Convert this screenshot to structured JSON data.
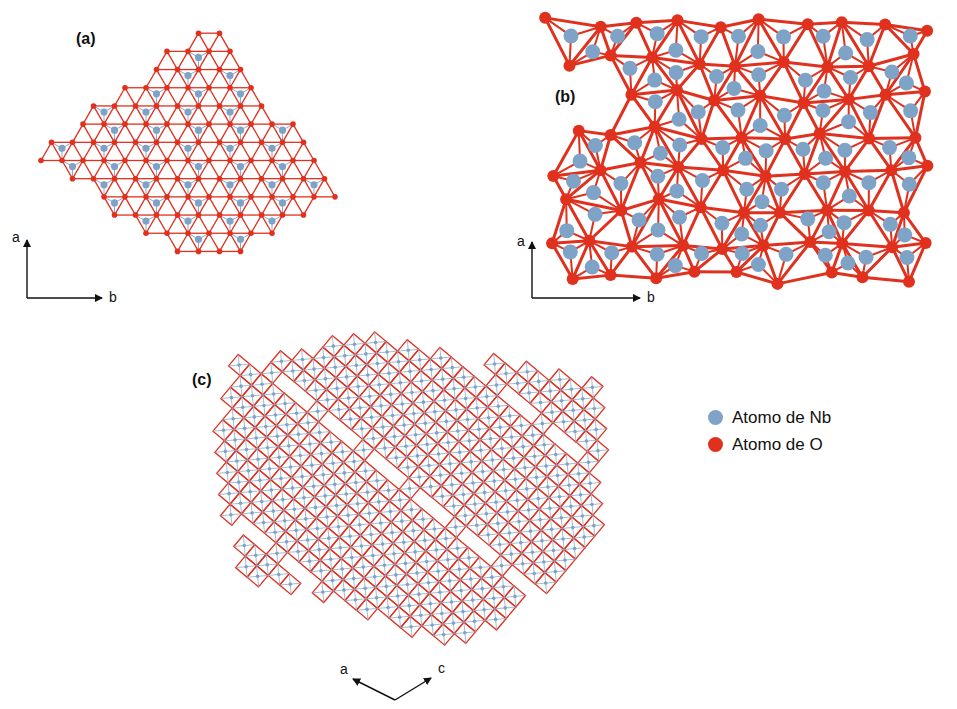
{
  "diagram": {
    "labels": [
      "(a)",
      "a",
      "b",
      "(b)",
      "a",
      "b",
      "(c)",
      "a",
      "c"
    ],
    "legend": [
      {
        "text": "Atomo de Nb",
        "color": "#7ea3c6"
      },
      {
        "text": "Atomo de O",
        "color": "#e0301e"
      }
    ]
  }
}
